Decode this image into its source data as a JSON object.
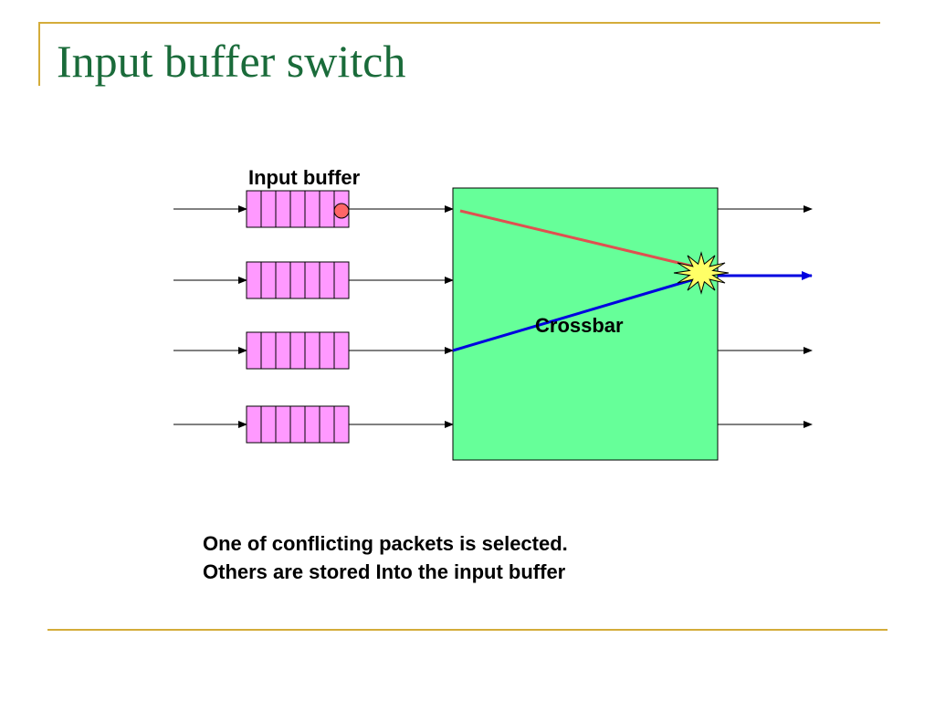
{
  "slide": {
    "title": "Input buffer switch"
  },
  "diagram": {
    "buffer_label": "Input buffer",
    "crossbar_label": "Crossbar",
    "input_count": 4,
    "output_count": 4,
    "cells_per_buffer": 7,
    "queued_packets": [
      {
        "input": 1,
        "cell": 7
      }
    ],
    "connections": [
      {
        "from_input": 1,
        "to_output": 2,
        "status": "blocked",
        "color": "#e05050"
      },
      {
        "from_input": 3,
        "to_output": 2,
        "status": "selected",
        "color": "#0000e0"
      }
    ],
    "conflict_output": 2
  },
  "caption": {
    "line1": "One of conflicting packets is selected.",
    "line2": "Others are stored Into the input buffer"
  },
  "colors": {
    "title": "#1a6b3a",
    "frame_accent": "#d4ac3a",
    "crossbar_fill": "#66ff99",
    "buffer_fill": "#ff99ff",
    "packet": "#ff6666",
    "blocked_path": "#e05050",
    "selected_path": "#0000e0",
    "conflict_burst": "#ffff66"
  }
}
